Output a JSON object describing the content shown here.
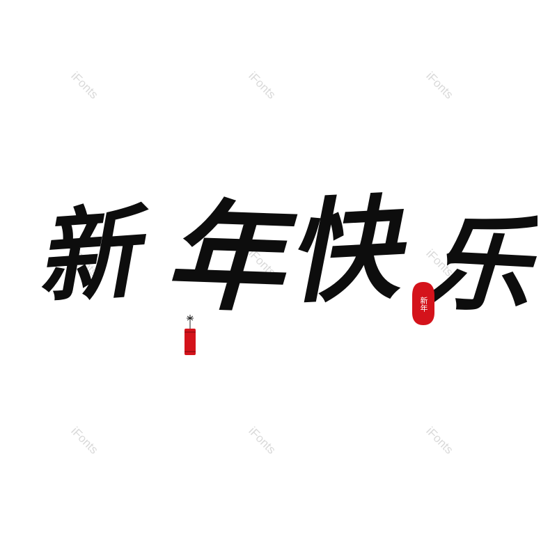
{
  "watermark": {
    "text": "iFonts",
    "color": "#d9d9d9"
  },
  "headline": {
    "text": "新年快乐",
    "chars": [
      "新",
      "年",
      "快",
      "乐"
    ],
    "color": "#0d0d0d"
  },
  "seal": {
    "text": "新年",
    "color": "#d4131b"
  },
  "decorations": {
    "firecracker_color": "#d4131b",
    "fuse_color": "#222222"
  }
}
